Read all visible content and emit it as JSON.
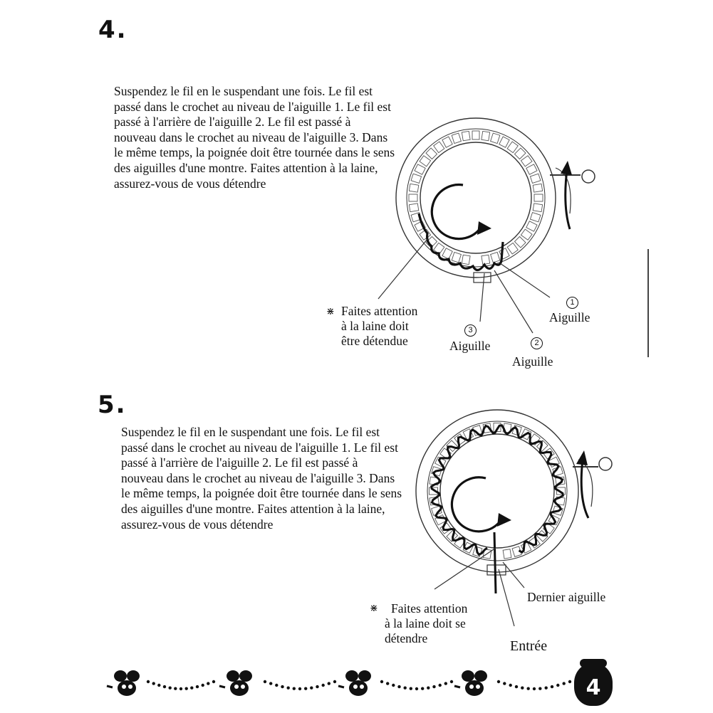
{
  "steps": [
    {
      "number": "4.",
      "text": "Suspendez le fil en le suspendant une fois. Le fil est passé dans le crochet au niveau de l'aiguille 1. Le fil est passé à l'arrière de l'aiguille 2. Le fil est passé à nouveau dans le crochet au niveau de l'aiguille 3. Dans le même temps, la poignée doit être tournée dans le sens des aiguilles d'une montre. Faites attention à la laine, assurez-vous de vous détendre",
      "note_mark": "⋇",
      "note_lines": [
        "Faites attention",
        "à la laine doit",
        "être détendue"
      ],
      "needle_labels": [
        {
          "num": "1",
          "text": "Aiguille"
        },
        {
          "num": "3",
          "text": "Aiguille"
        },
        {
          "num": "2",
          "text": "Aiguille"
        }
      ]
    },
    {
      "number": "5.",
      "text": "Suspendez le fil en le suspendant une fois. Le fil est passé dans le crochet au niveau de l'aiguille 1. Le fil est passé à l'arrière de l'aiguille 2. Le fil est passé à nouveau dans le crochet au niveau de l'aiguille 3. Dans le même temps, la poignée doit être tournée dans le sens des aiguilles d'une montre. Faites attention à la laine, assurez-vous de vous détendre",
      "note_mark": "⋇",
      "note_lines": [
        "Faites attention",
        "à la laine doit se",
        "détendre"
      ],
      "last_needle_label": "Dernier aiguille",
      "entry_label": "Entrée"
    }
  ],
  "footer": {
    "page_number": "4"
  }
}
